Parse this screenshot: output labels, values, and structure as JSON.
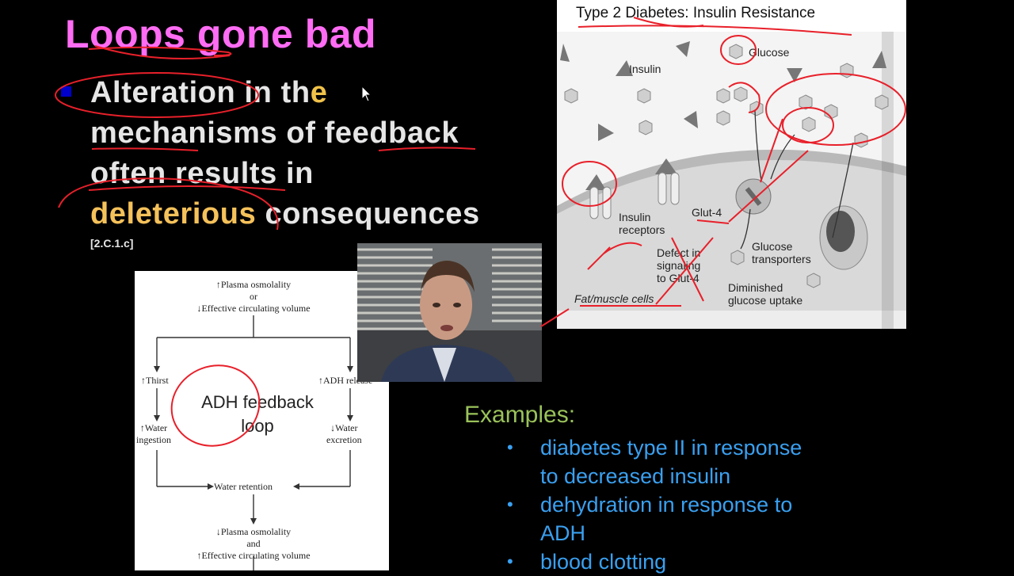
{
  "slide": {
    "title": "Loops gone bad",
    "bullet": {
      "line1a": "Alteration in the",
      "line1b": "e",
      "line2": "mechanisms of feedback",
      "line3": "often results in",
      "line4a": "deleterious",
      "line4b": " consequences"
    },
    "reference": "[2.C.1.c]"
  },
  "diabetes_figure": {
    "title": "Type 2 Diabetes: Insulin Resistance",
    "labels": {
      "insulin": "Insulin",
      "glucose": "Glucose",
      "insulin_receptors": "Insulin\nreceptors",
      "glut4": "Glut-4",
      "defect": "Defect in\nsignaling\nto Glut-4",
      "glucose_transporters": "Glucose\ntransporters",
      "fat_muscle": "Fat/muscle cells",
      "diminished": "Diminished\nglucose uptake"
    }
  },
  "adh_figure": {
    "top": "↑Plasma osmolality\nor\n↓Effective circulating volume",
    "left1": "↑Thirst",
    "left2": "↑Water\ningestion",
    "right1": "↑ADH release",
    "right2": "↓Water\nexcretion",
    "middle": "Water retention",
    "bottom": "↓Plasma osmolality\nand\n↑Effective circulating volume",
    "center_label": "ADH feedback\nloop"
  },
  "examples": {
    "heading": "Examples:",
    "items": [
      {
        "line1": "diabetes type II in response",
        "line2": "to decreased insulin"
      },
      {
        "line1": "dehydration in response to",
        "line2": "ADH"
      },
      {
        "line1": "blood clotting",
        "line2": ""
      }
    ]
  },
  "colors": {
    "title": "#ff6cf4",
    "annotation": "#e8202a",
    "examples_heading": "#9ac25a",
    "examples_text": "#3aa0f0"
  }
}
